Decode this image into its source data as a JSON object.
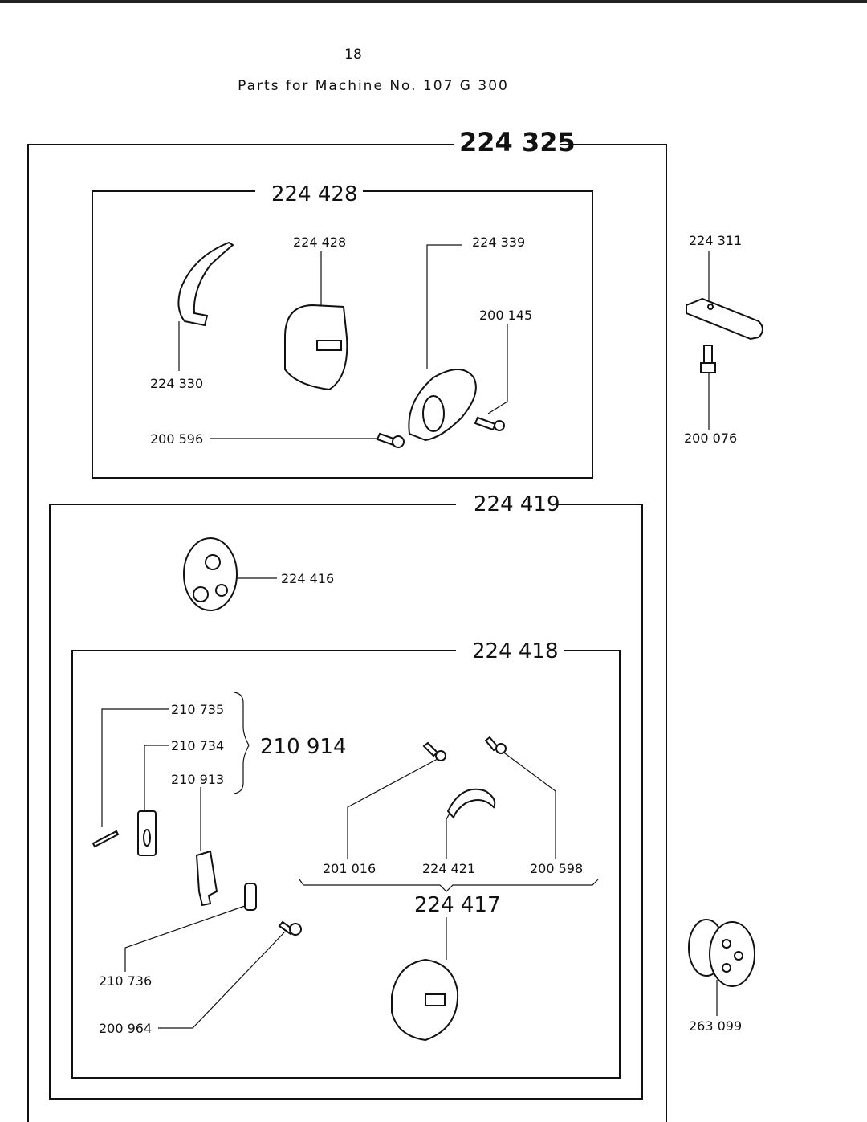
{
  "page": {
    "number": "18",
    "title": "Parts for Machine No. 107 G 300"
  },
  "assemblies": {
    "main": "224 325",
    "sub1": "224 428",
    "sub2": "224 419",
    "sub3": "224 418",
    "group_210914": "210 914",
    "group_224417": "224 417"
  },
  "parts": {
    "p224428": "224 428",
    "p224339": "224 339",
    "p200145": "200 145",
    "p224330": "224 330",
    "p200596": "200 596",
    "p224311": "224 311",
    "p200076": "200 076",
    "p224416": "224 416",
    "p210735": "210 735",
    "p210734": "210 734",
    "p210913": "210 913",
    "p201016": "201 016",
    "p224421": "224 421",
    "p200598": "200 598",
    "p210736": "210 736",
    "p200964": "200 964",
    "p263099": "263 099"
  }
}
